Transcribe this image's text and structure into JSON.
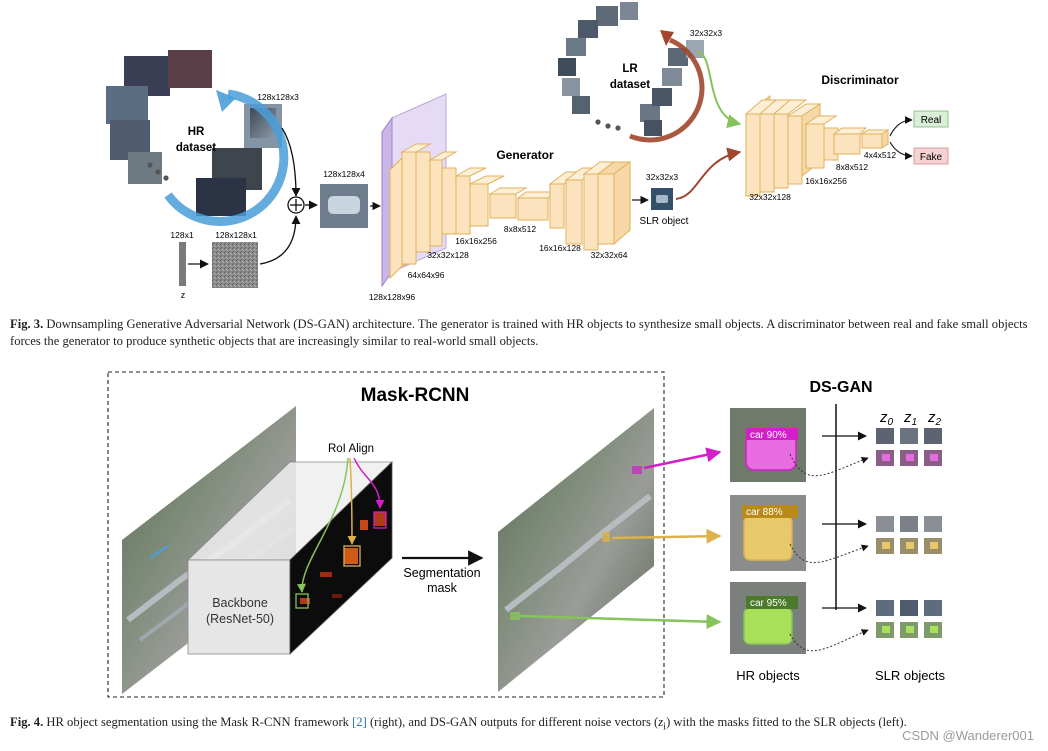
{
  "fig3": {
    "hr_dataset": "HR\ndataset",
    "lr_dataset": "LR\ndataset",
    "generator": "Generator",
    "discriminator": "Discriminator",
    "real": "Real",
    "fake": "Fake",
    "slr_object": "SLR object",
    "z": "z",
    "dims": {
      "hr_in": "128x128x3",
      "noise_vec": "128x1",
      "noise_img": "128x128x1",
      "concat": "128x128x4",
      "g1": "128x128x96",
      "g2": "64x64x96",
      "g3": "32x32x128",
      "g4": "16x16x256",
      "g5": "8x8x512",
      "g6": "16x16x128",
      "g7": "32x32x64",
      "slr_dim": "32x32x3",
      "lr_in": "32x32x3",
      "d1": "32x32x128",
      "d2": "16x16x256",
      "d3": "8x8x512",
      "d4": "4x4x512"
    },
    "caption_label": "Fig. 3.",
    "caption_text": "Downsampling Generative Adversarial Network (DS-GAN) architecture. The generator is trained with HR objects to synthesize small objects. A discriminator between real and fake small objects forces the generator to produce synthetic objects that are increasingly similar to real-world small objects."
  },
  "fig4": {
    "mask_rcnn": "Mask-RCNN",
    "roi_align": "RoI Align",
    "backbone": "Backbone",
    "resnet": "(ResNet-50)",
    "seg_mask_1": "Segmentation",
    "seg_mask_2": "mask",
    "ds_gan": "DS-GAN",
    "z0": "z",
    "z0_sub": "0",
    "z1": "z",
    "z1_sub": "1",
    "z2": "z",
    "z2_sub": "2",
    "det1": "car 90%",
    "det2": "car 88%",
    "det3": "car 95%",
    "hr_objects": "HR objects",
    "slr_objects": "SLR objects",
    "caption_label": "Fig. 4.",
    "caption_pre": "HR object segmentation using the Mask R-CNN framework",
    "caption_ref": "[2]",
    "caption_mid": "(right), and DS-GAN outputs for different noise vectors (",
    "caption_zi": "z",
    "caption_zi_sub": "i",
    "caption_post": ") with the masks fitted to the SLR objects (left)."
  },
  "colors": {
    "hr_arc": "#4a9ed8",
    "lr_arc": "#a0472e",
    "generator_fill": "#fbe3bd",
    "generator_stroke": "#e2b25a",
    "input_layer": "#c9b6e6",
    "real_box": "#d9efd6",
    "fake_box": "#f6d2d2",
    "magenta": "#d21fc9",
    "gold": "#dcb24a",
    "green": "#86c35a"
  },
  "watermark": "CSDN @Wanderer001"
}
